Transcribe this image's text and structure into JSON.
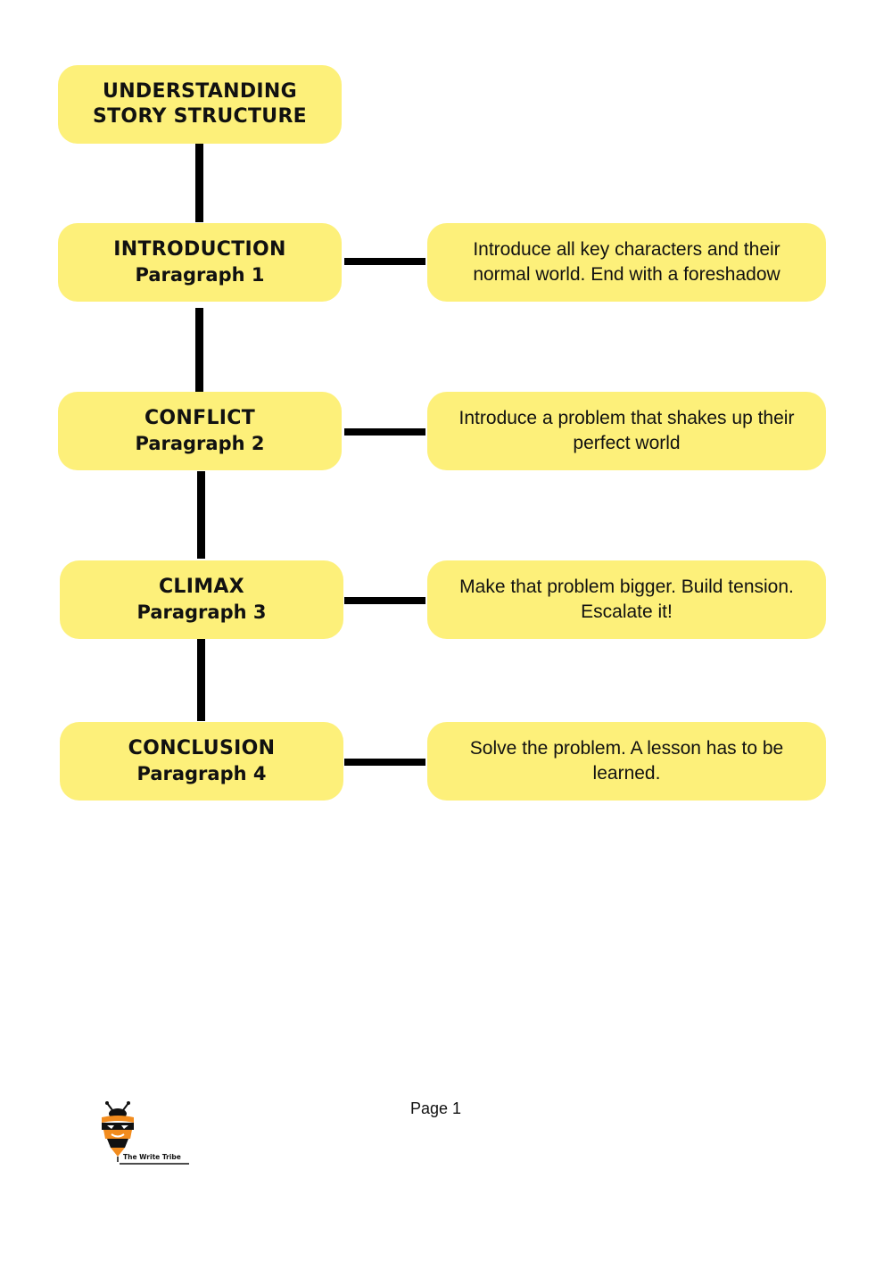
{
  "title": {
    "line1": "UNDERSTANDING",
    "line2": "STORY STRUCTURE"
  },
  "sections": [
    {
      "heading": "INTRODUCTION",
      "paragraph": "Paragraph 1",
      "description": "Introduce all key characters and their normal world. End with a foreshadow"
    },
    {
      "heading": "CONFLICT",
      "paragraph": "Paragraph 2",
      "description": "Introduce a problem that shakes up their perfect world"
    },
    {
      "heading": "CLIMAX",
      "paragraph": "Paragraph 3",
      "description": "Make that problem bigger. Build tension. Escalate it!"
    },
    {
      "heading": "CONCLUSION",
      "paragraph": "Paragraph 4",
      "description": "Solve the problem. A lesson has to be learned."
    }
  ],
  "footer": {
    "page_label": "Page 1",
    "logo_text": "The Write Tribe"
  },
  "colors": {
    "box_fill": "#fdf07a",
    "connector": "#000000",
    "logo_orange": "#f28c1e"
  },
  "icons": {
    "logo": "bee-logo-icon"
  }
}
